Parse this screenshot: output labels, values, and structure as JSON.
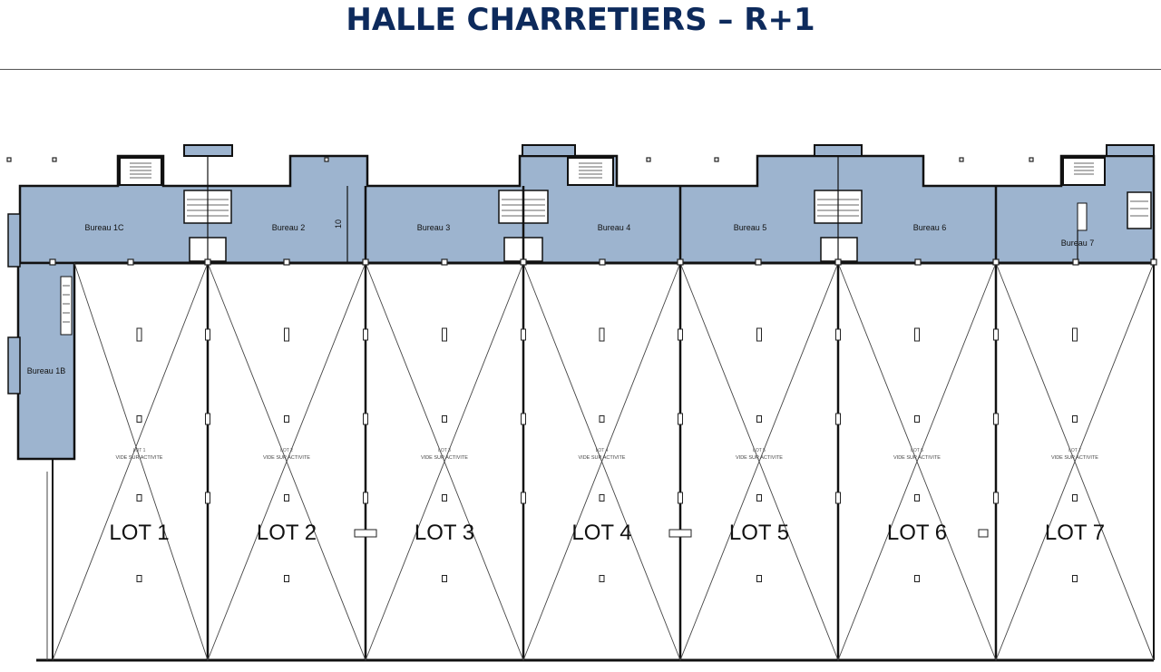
{
  "header": {
    "title": "HALLE CHARRETIERS – R+1"
  },
  "colors": {
    "title": "#0d2a5c",
    "office_fill": "#9db4cf",
    "wall": "#111111",
    "line": "#333333"
  },
  "offices": [
    {
      "id": "1C",
      "label": "Bureau 1C"
    },
    {
      "id": "2",
      "label": "Bureau 2"
    },
    {
      "id": "3",
      "label": "Bureau 3"
    },
    {
      "id": "4",
      "label": "Bureau 4"
    },
    {
      "id": "5",
      "label": "Bureau 5"
    },
    {
      "id": "6",
      "label": "Bureau 6"
    },
    {
      "id": "7",
      "label": "Bureau 7"
    },
    {
      "id": "1B",
      "label": "Bureau 1B"
    }
  ],
  "office_dimension": "10",
  "lots": [
    {
      "label": "LOT 1",
      "small_name": "LOT 1",
      "small_desc": "VIDE SUR ACTIVITE"
    },
    {
      "label": "LOT 2",
      "small_name": "LOT 2",
      "small_desc": "VIDE SUR ACTIVITE"
    },
    {
      "label": "LOT 3",
      "small_name": "LOT 3",
      "small_desc": "VIDE SUR ACTIVITE"
    },
    {
      "label": "LOT 4",
      "small_name": "LOT 4",
      "small_desc": "VIDE SUR ACTIVITE"
    },
    {
      "label": "LOT 5",
      "small_name": "LOT 5",
      "small_desc": "VIDE SUR ACTIVITE"
    },
    {
      "label": "LOT 6",
      "small_name": "LOT 6",
      "small_desc": "VIDE SUR ACTIVITE"
    },
    {
      "label": "LOT 7",
      "small_name": "LOT 7",
      "small_desc": "VIDE SUR ACTIVITE"
    }
  ]
}
